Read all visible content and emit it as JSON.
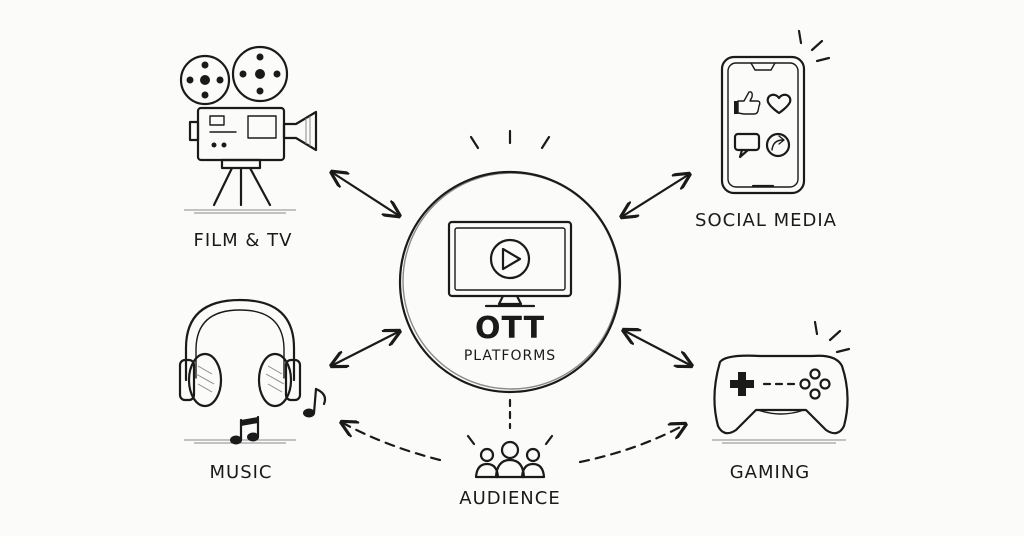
{
  "center": {
    "title": "OTT",
    "subtitle": "PLATFORMS"
  },
  "nodes": {
    "film_tv": "FILM & TV",
    "social_media": "SOCIAL MEDIA",
    "music": "MUSIC",
    "gaming": "GAMING",
    "audience": "AUDIENCE"
  },
  "icons": {
    "center": "tv-play-icon",
    "film_tv": "film-camera-icon",
    "social_media": "smartphone-icon",
    "music": "headphones-icon",
    "gaming": "gamepad-icon",
    "audience": "people-group-icon"
  },
  "colors": {
    "ink": "#1a1a1a",
    "background": "#fbfbfa"
  }
}
